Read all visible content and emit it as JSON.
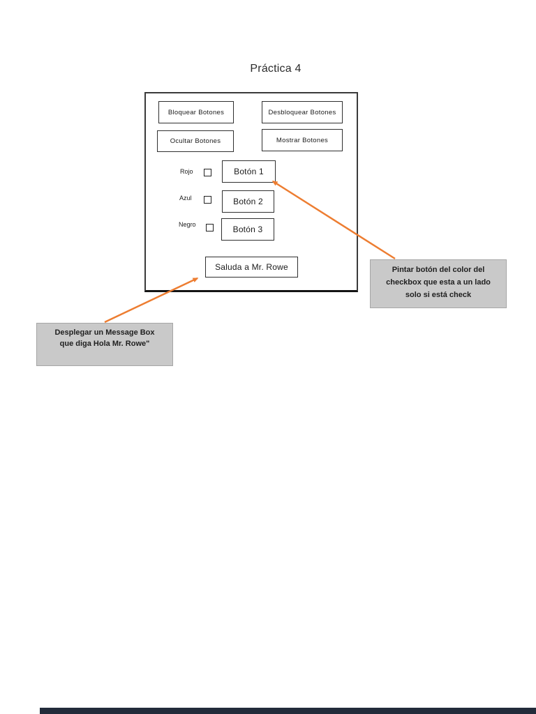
{
  "page": {
    "title": "Práctica 4"
  },
  "mockup": {
    "control_buttons": [
      {
        "label": "Bloquear Botones"
      },
      {
        "label": "Desbloquear Botones"
      },
      {
        "label": "Ocultar Botones"
      },
      {
        "label": "Mostrar Botones"
      }
    ],
    "color_rows": [
      {
        "label": "Rojo",
        "checked": false,
        "button_label": "Botón 1"
      },
      {
        "label": "Azul",
        "checked": false,
        "button_label": "Botón 2"
      },
      {
        "label": "Negro",
        "checked": false,
        "button_label": "Botón 3"
      }
    ],
    "greet_button_label": "Saluda a Mr. Rowe"
  },
  "annotations": {
    "message_box_note": {
      "lines": [
        "Desplegar un Message Box",
        "que diga Hola Mr. Rowe\""
      ]
    },
    "paint_note": {
      "lines": [
        "Pintar botón del color del",
        "checkbox que esta a un lado",
        "solo si está check"
      ]
    }
  },
  "colors": {
    "arrow": "#ED7D31",
    "callout_bg": "#C9C9C9",
    "callout_border": "#A6A6A6",
    "panel_border": "#3A3A3A",
    "bottom_bar": "#222B3A"
  }
}
